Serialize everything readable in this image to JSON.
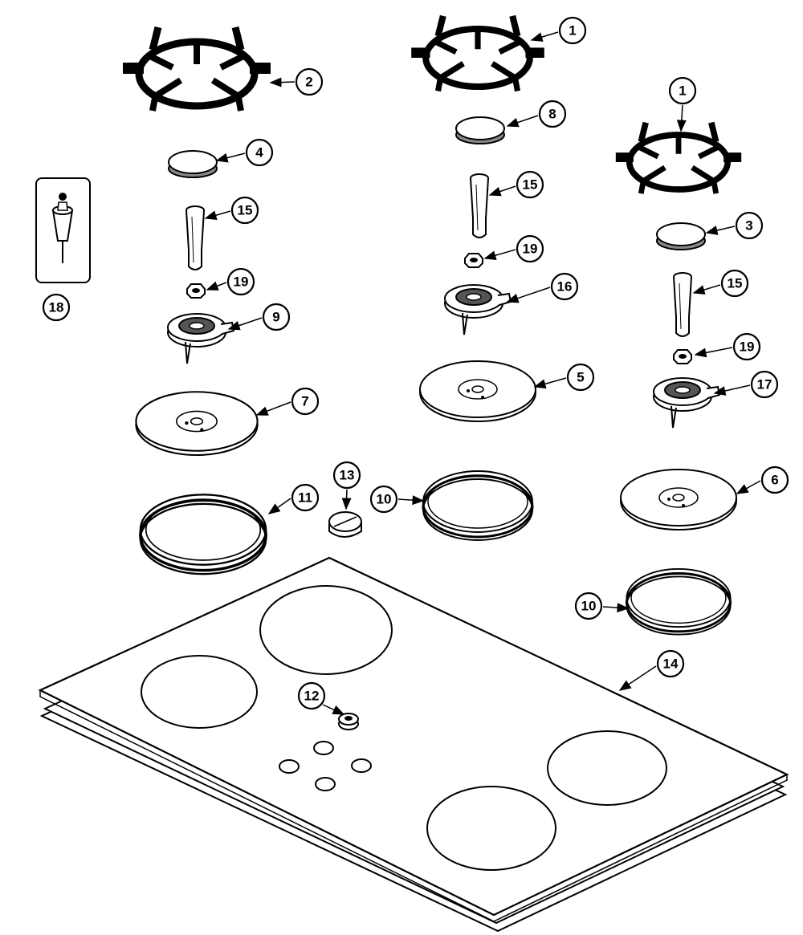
{
  "diagram": {
    "title": "Cooktop burner parts exploded view",
    "callouts": [
      "1",
      "2",
      "1",
      "8",
      "4",
      "15",
      "15",
      "18",
      "19",
      "19",
      "9",
      "16",
      "3",
      "15",
      "19",
      "17",
      "5",
      "7",
      "13",
      "11",
      "10",
      "6",
      "10",
      "14",
      "12"
    ]
  }
}
